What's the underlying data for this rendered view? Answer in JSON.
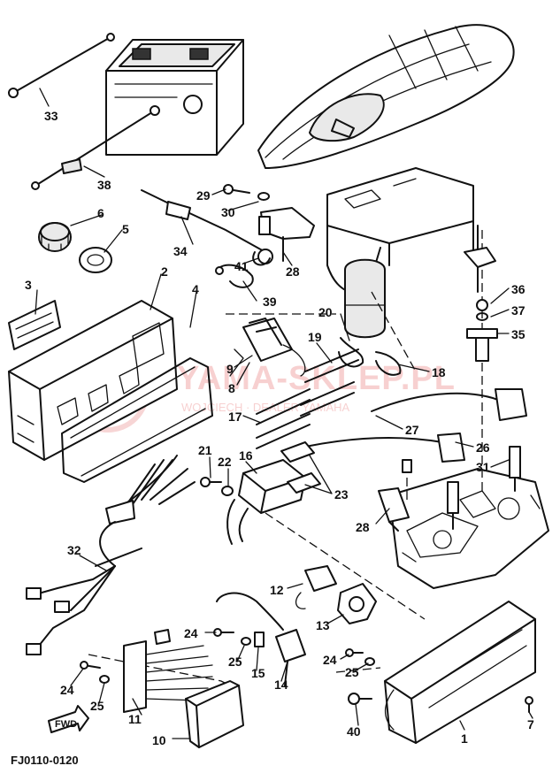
{
  "diagram": {
    "catalog_code": "FJ0110-0120",
    "direction_label": "FWD",
    "watermark": {
      "main": "YAMA-SKLEP.PL",
      "sub": "WOJCIECH · DEALER YAMAHA"
    },
    "callouts": [
      {
        "id": "c33",
        "label": "33"
      },
      {
        "id": "c38",
        "label": "38"
      },
      {
        "id": "c29",
        "label": "29"
      },
      {
        "id": "c30",
        "label": "30"
      },
      {
        "id": "c6",
        "label": "6"
      },
      {
        "id": "c5",
        "label": "5"
      },
      {
        "id": "c34",
        "label": "34"
      },
      {
        "id": "c41",
        "label": "41"
      },
      {
        "id": "c28a",
        "label": "28"
      },
      {
        "id": "c3",
        "label": "3"
      },
      {
        "id": "c2",
        "label": "2"
      },
      {
        "id": "c4",
        "label": "4"
      },
      {
        "id": "c39",
        "label": "39"
      },
      {
        "id": "c36",
        "label": "36"
      },
      {
        "id": "c37",
        "label": "37"
      },
      {
        "id": "c35",
        "label": "35"
      },
      {
        "id": "c20",
        "label": "20"
      },
      {
        "id": "c19",
        "label": "19"
      },
      {
        "id": "c9",
        "label": "9"
      },
      {
        "id": "c8",
        "label": "8"
      },
      {
        "id": "c18",
        "label": "18"
      },
      {
        "id": "c17",
        "label": "17"
      },
      {
        "id": "c27",
        "label": "27"
      },
      {
        "id": "c26",
        "label": "26"
      },
      {
        "id": "c21",
        "label": "21"
      },
      {
        "id": "c22",
        "label": "22"
      },
      {
        "id": "c16",
        "label": "16"
      },
      {
        "id": "c23",
        "label": "23"
      },
      {
        "id": "c31",
        "label": "31"
      },
      {
        "id": "c28b",
        "label": "28"
      },
      {
        "id": "c32",
        "label": "32"
      },
      {
        "id": "c12",
        "label": "12"
      },
      {
        "id": "c13",
        "label": "13"
      },
      {
        "id": "c24a",
        "label": "24"
      },
      {
        "id": "c25a",
        "label": "25"
      },
      {
        "id": "c15",
        "label": "15"
      },
      {
        "id": "c14",
        "label": "14"
      },
      {
        "id": "c24b",
        "label": "24"
      },
      {
        "id": "c25b",
        "label": "25"
      },
      {
        "id": "c24c",
        "label": "24"
      },
      {
        "id": "c25c",
        "label": "25"
      },
      {
        "id": "c11",
        "label": "11"
      },
      {
        "id": "c10",
        "label": "10"
      },
      {
        "id": "c40",
        "label": "40"
      },
      {
        "id": "c1",
        "label": "1"
      },
      {
        "id": "c7",
        "label": "7"
      }
    ]
  }
}
